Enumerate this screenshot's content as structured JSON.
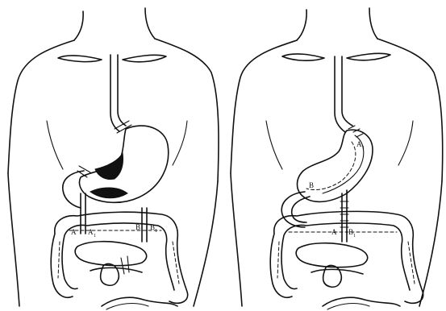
{
  "labels": {
    "left": {
      "A": "A",
      "A_prime": "A",
      "A_prime_sub": "1",
      "B": "B",
      "B_prime": "B",
      "B_prime_sub": "1"
    },
    "right": {
      "A_top": "A",
      "A_top_sub": "1",
      "B_mid": "B",
      "A_low": "A",
      "B_low": "B",
      "B_low_sub": "1"
    }
  }
}
